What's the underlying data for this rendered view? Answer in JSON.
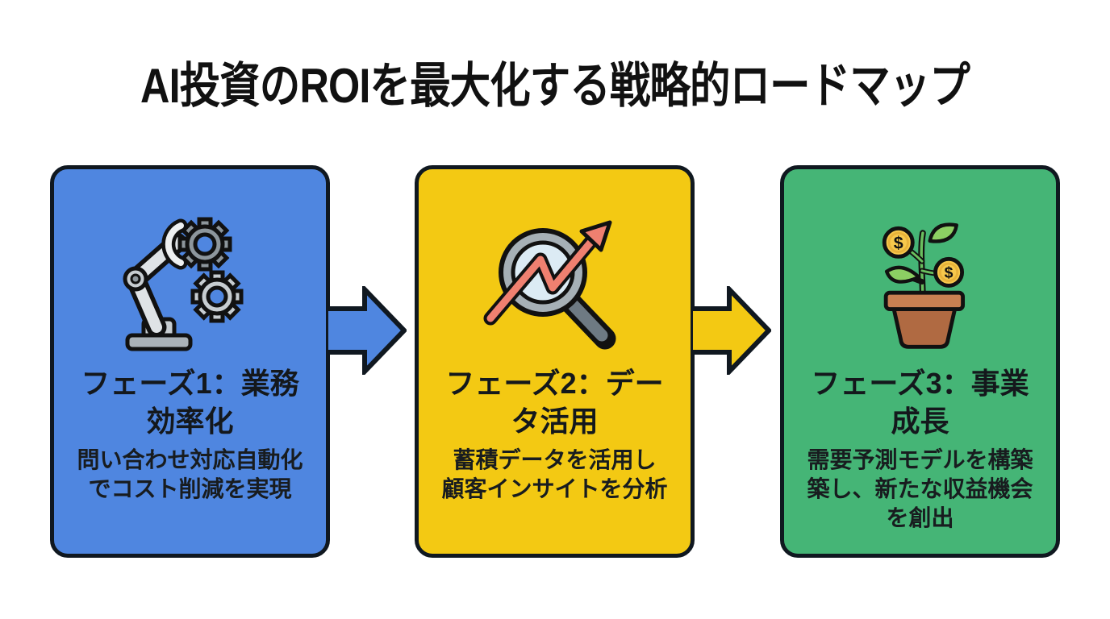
{
  "page": {
    "title": "AI投資のROIを最大化する戦略的ロードマップ",
    "background": "#ffffff",
    "title_color": "#111111"
  },
  "phases": [
    {
      "label": "フェーズ1：業務\n効率化",
      "description": "問い合わせ対応自動化\nでコスト削減を実現",
      "color": "#4f86e0",
      "icon": "robot-arm-gears"
    },
    {
      "label": "フェーズ2：デー\nタ活用",
      "description": "蓄積データを活用し\n顧客インサイトを分析",
      "color": "#f3c913",
      "icon": "magnifier-trend-arrow"
    },
    {
      "label": "フェーズ3：事業\n成長",
      "description": "需要予測モデルを構築\n築し、新たな収益機会\nを創出",
      "color": "#45b576",
      "icon": "money-plant"
    }
  ],
  "arrows": [
    {
      "from": "phase-1",
      "to": "phase-2",
      "color": "#4f86e0"
    },
    {
      "from": "phase-2",
      "to": "phase-3",
      "color": "#f3c913"
    }
  ],
  "icons": {
    "coin_symbol": "$"
  },
  "colors": {
    "outline": "#101820",
    "phase1_blue": "#4f86e0",
    "phase2_yellow": "#f3c913",
    "phase3_green": "#45b576",
    "trend_arrow_red": "#ef8070",
    "gear_dark": "#8d969c",
    "gear_light": "#c7cdd1",
    "lens_blue": "#dcebf4",
    "pot_brown": "#b06a42",
    "pot_rim_brown": "#c98052",
    "leaf_green": "#8ccf63",
    "coin_gold": "#f6c84c"
  }
}
